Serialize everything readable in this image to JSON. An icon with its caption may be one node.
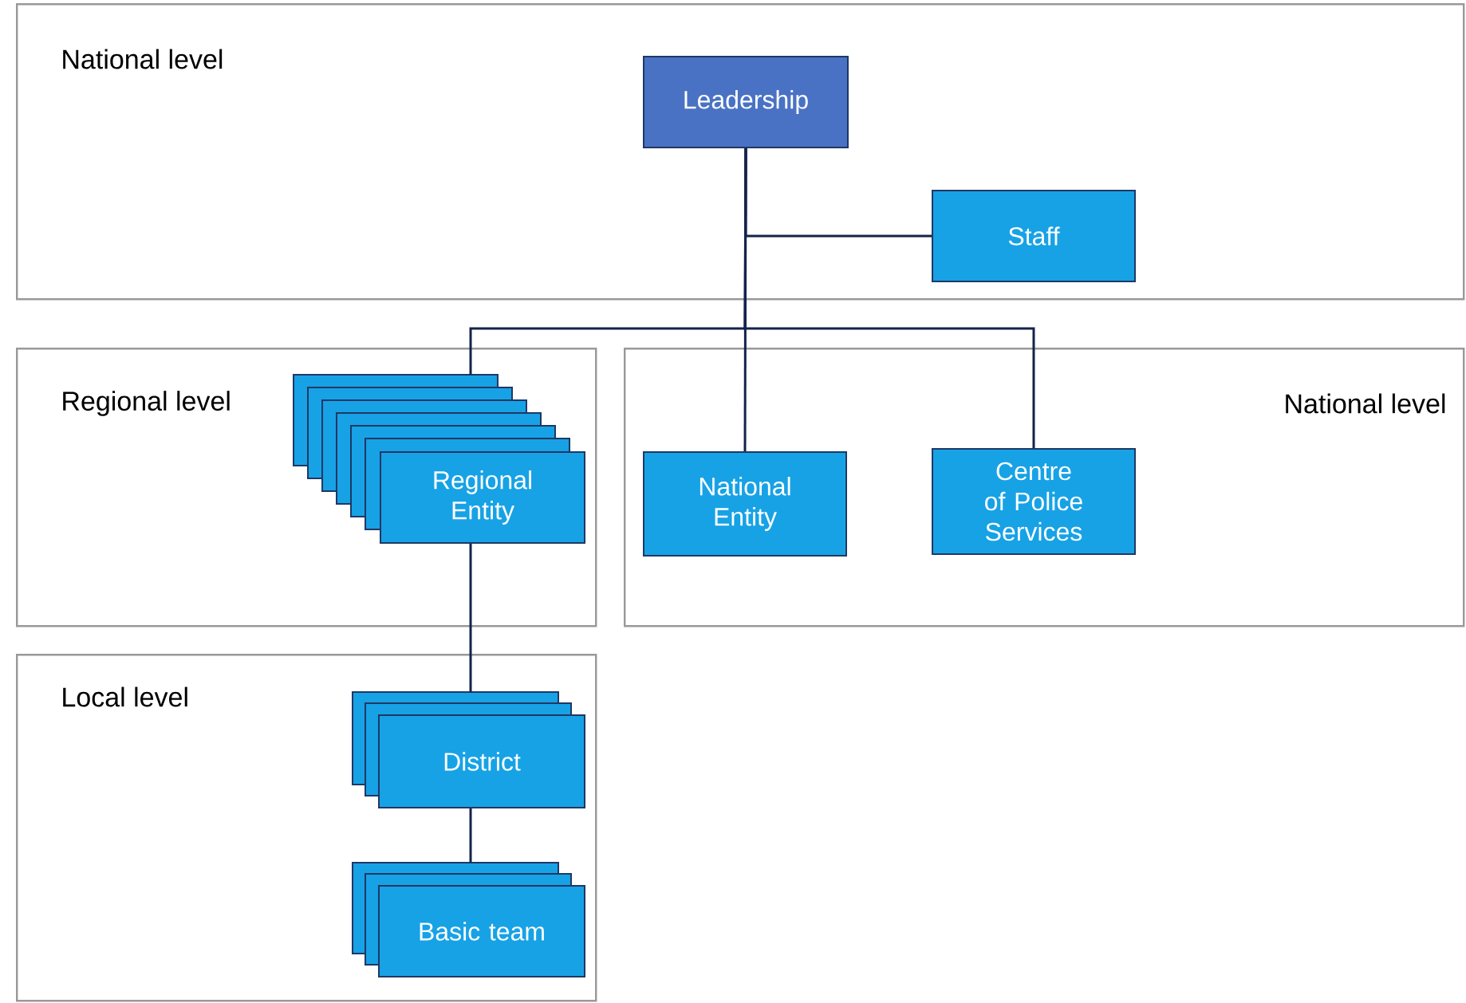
{
  "diagram": {
    "nodes": [
      {
        "text": [
          "National level"
        ]
      },
      {
        "text": [
          "Leadership"
        ],
        "in": 0
      },
      {
        "text": [
          "Staff"
        ],
        "in": 0
      },
      {
        "text": [
          "Regional level"
        ]
      },
      {
        "text": [
          "Regional Entity"
        ],
        "in": 3
      },
      {
        "text": [
          "National level"
        ]
      },
      {
        "text": [
          "National Entity"
        ],
        "in": 5
      },
      {
        "text": [
          "Centre of Police Services"
        ],
        "in": 5
      },
      {
        "text": [
          "Local level"
        ]
      },
      {
        "text": [
          "District"
        ],
        "in": 8
      },
      {
        "text": [
          "Basic team"
        ],
        "in": 8
      }
    ],
    "edges": [
      {
        "from": 1,
        "to": 2,
        "arrow": "none"
      },
      {
        "from": 1,
        "to": 4,
        "arrow": "none"
      },
      {
        "from": 1,
        "to": 6,
        "arrow": "none"
      },
      {
        "from": 1,
        "to": 7,
        "arrow": "none"
      },
      {
        "from": 4,
        "to": 9,
        "arrow": "none"
      },
      {
        "from": 9,
        "to": 10,
        "arrow": "none"
      }
    ]
  }
}
